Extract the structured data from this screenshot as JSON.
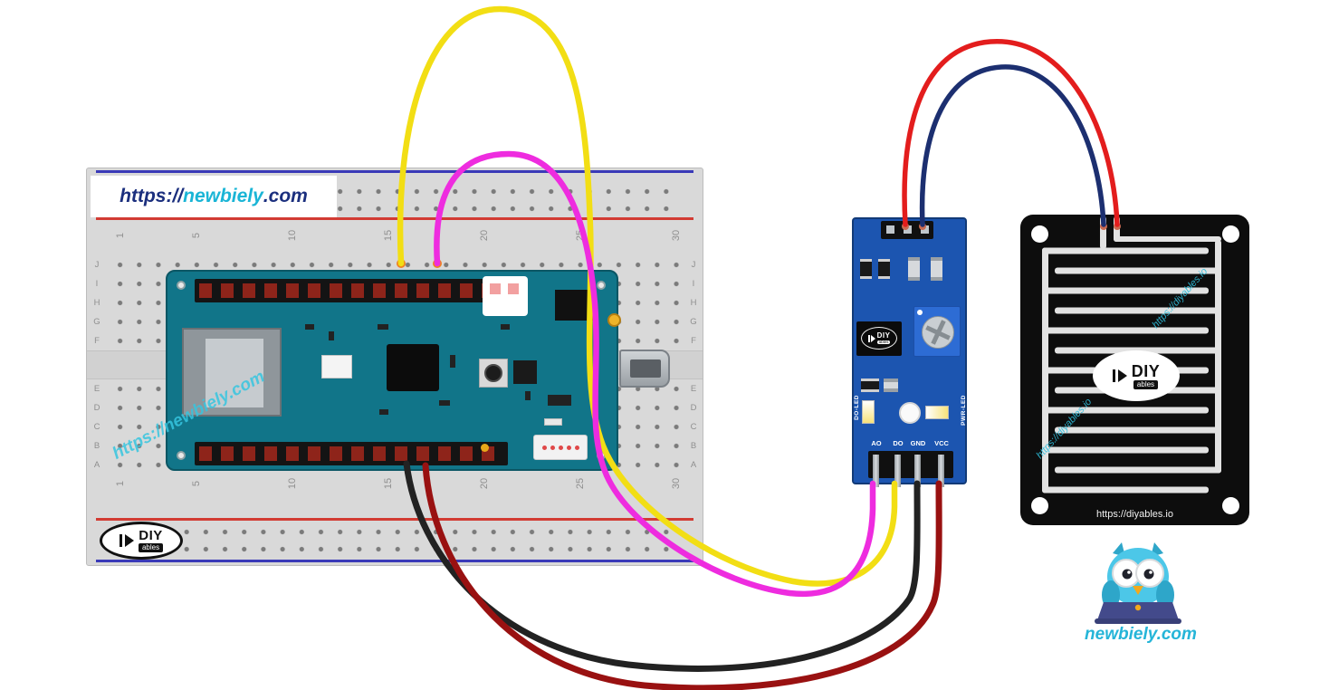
{
  "colors": {
    "wire_yellow": "#f2de14",
    "wire_magenta": "#ee2cdf",
    "wire_black": "#222222",
    "wire_dark_red": "#991111",
    "wire_red": "#e31d1d",
    "wire_navy": "#1c2f70",
    "board_teal": "#117589",
    "sensor_blue": "#1c55b0",
    "breadboard_gray": "#d9d9d9",
    "rail_red": "#d23b33",
    "rail_blue": "#3a3ab8",
    "accent_cyan": "#25b5d8"
  },
  "breadboard": {
    "label": {
      "prefix": "https://",
      "name": "newbiely",
      "suffix": ".com"
    },
    "column_numbers": [
      "1",
      "5",
      "10",
      "15",
      "20",
      "25",
      "30"
    ],
    "row_letters_top": [
      "J",
      "I",
      "H",
      "G",
      "F"
    ],
    "row_letters_bottom": [
      "E",
      "D",
      "C",
      "B",
      "A"
    ]
  },
  "logo": {
    "diy": "DIY",
    "ables": "ables"
  },
  "mkr_board": {
    "watermark": "https://newbiely.com"
  },
  "sensor_module": {
    "pin_labels": [
      "AO",
      "DO",
      "GND",
      "VCC"
    ],
    "led_left": "DO-LED",
    "led_right": "PWR-LED"
  },
  "rain_plate": {
    "url": "https://diyables.io",
    "watermark": "https://diyables.io"
  },
  "mascot": {
    "caption": "newbiely.com"
  }
}
